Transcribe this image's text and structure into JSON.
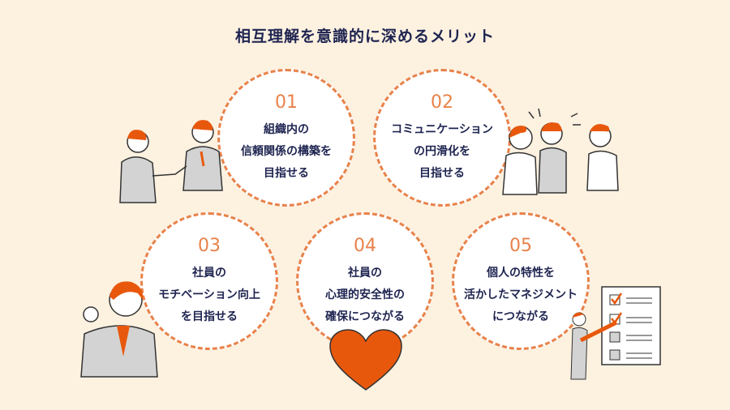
{
  "title": "相互理解を意識的に深めるメリット",
  "items": [
    {
      "number": "01",
      "lines": [
        "組織内の",
        "信頼関係の構築を",
        "目指せる"
      ]
    },
    {
      "number": "02",
      "lines": [
        "コミュニケーション",
        "の円滑化を",
        "目指せる"
      ]
    },
    {
      "number": "03",
      "lines": [
        "社員の",
        "モチベーション向上",
        "を目指せる"
      ]
    },
    {
      "number": "04",
      "lines": [
        "社員の",
        "心理的安全性の",
        "確保につながる"
      ]
    },
    {
      "number": "05",
      "lines": [
        "個人の特性を",
        "活かしたマネジメント",
        "につながる"
      ]
    }
  ],
  "colors": {
    "accent": "#e8824a",
    "orange": "#e8580c",
    "navy": "#1e2450",
    "background": "#fdf1e0"
  }
}
